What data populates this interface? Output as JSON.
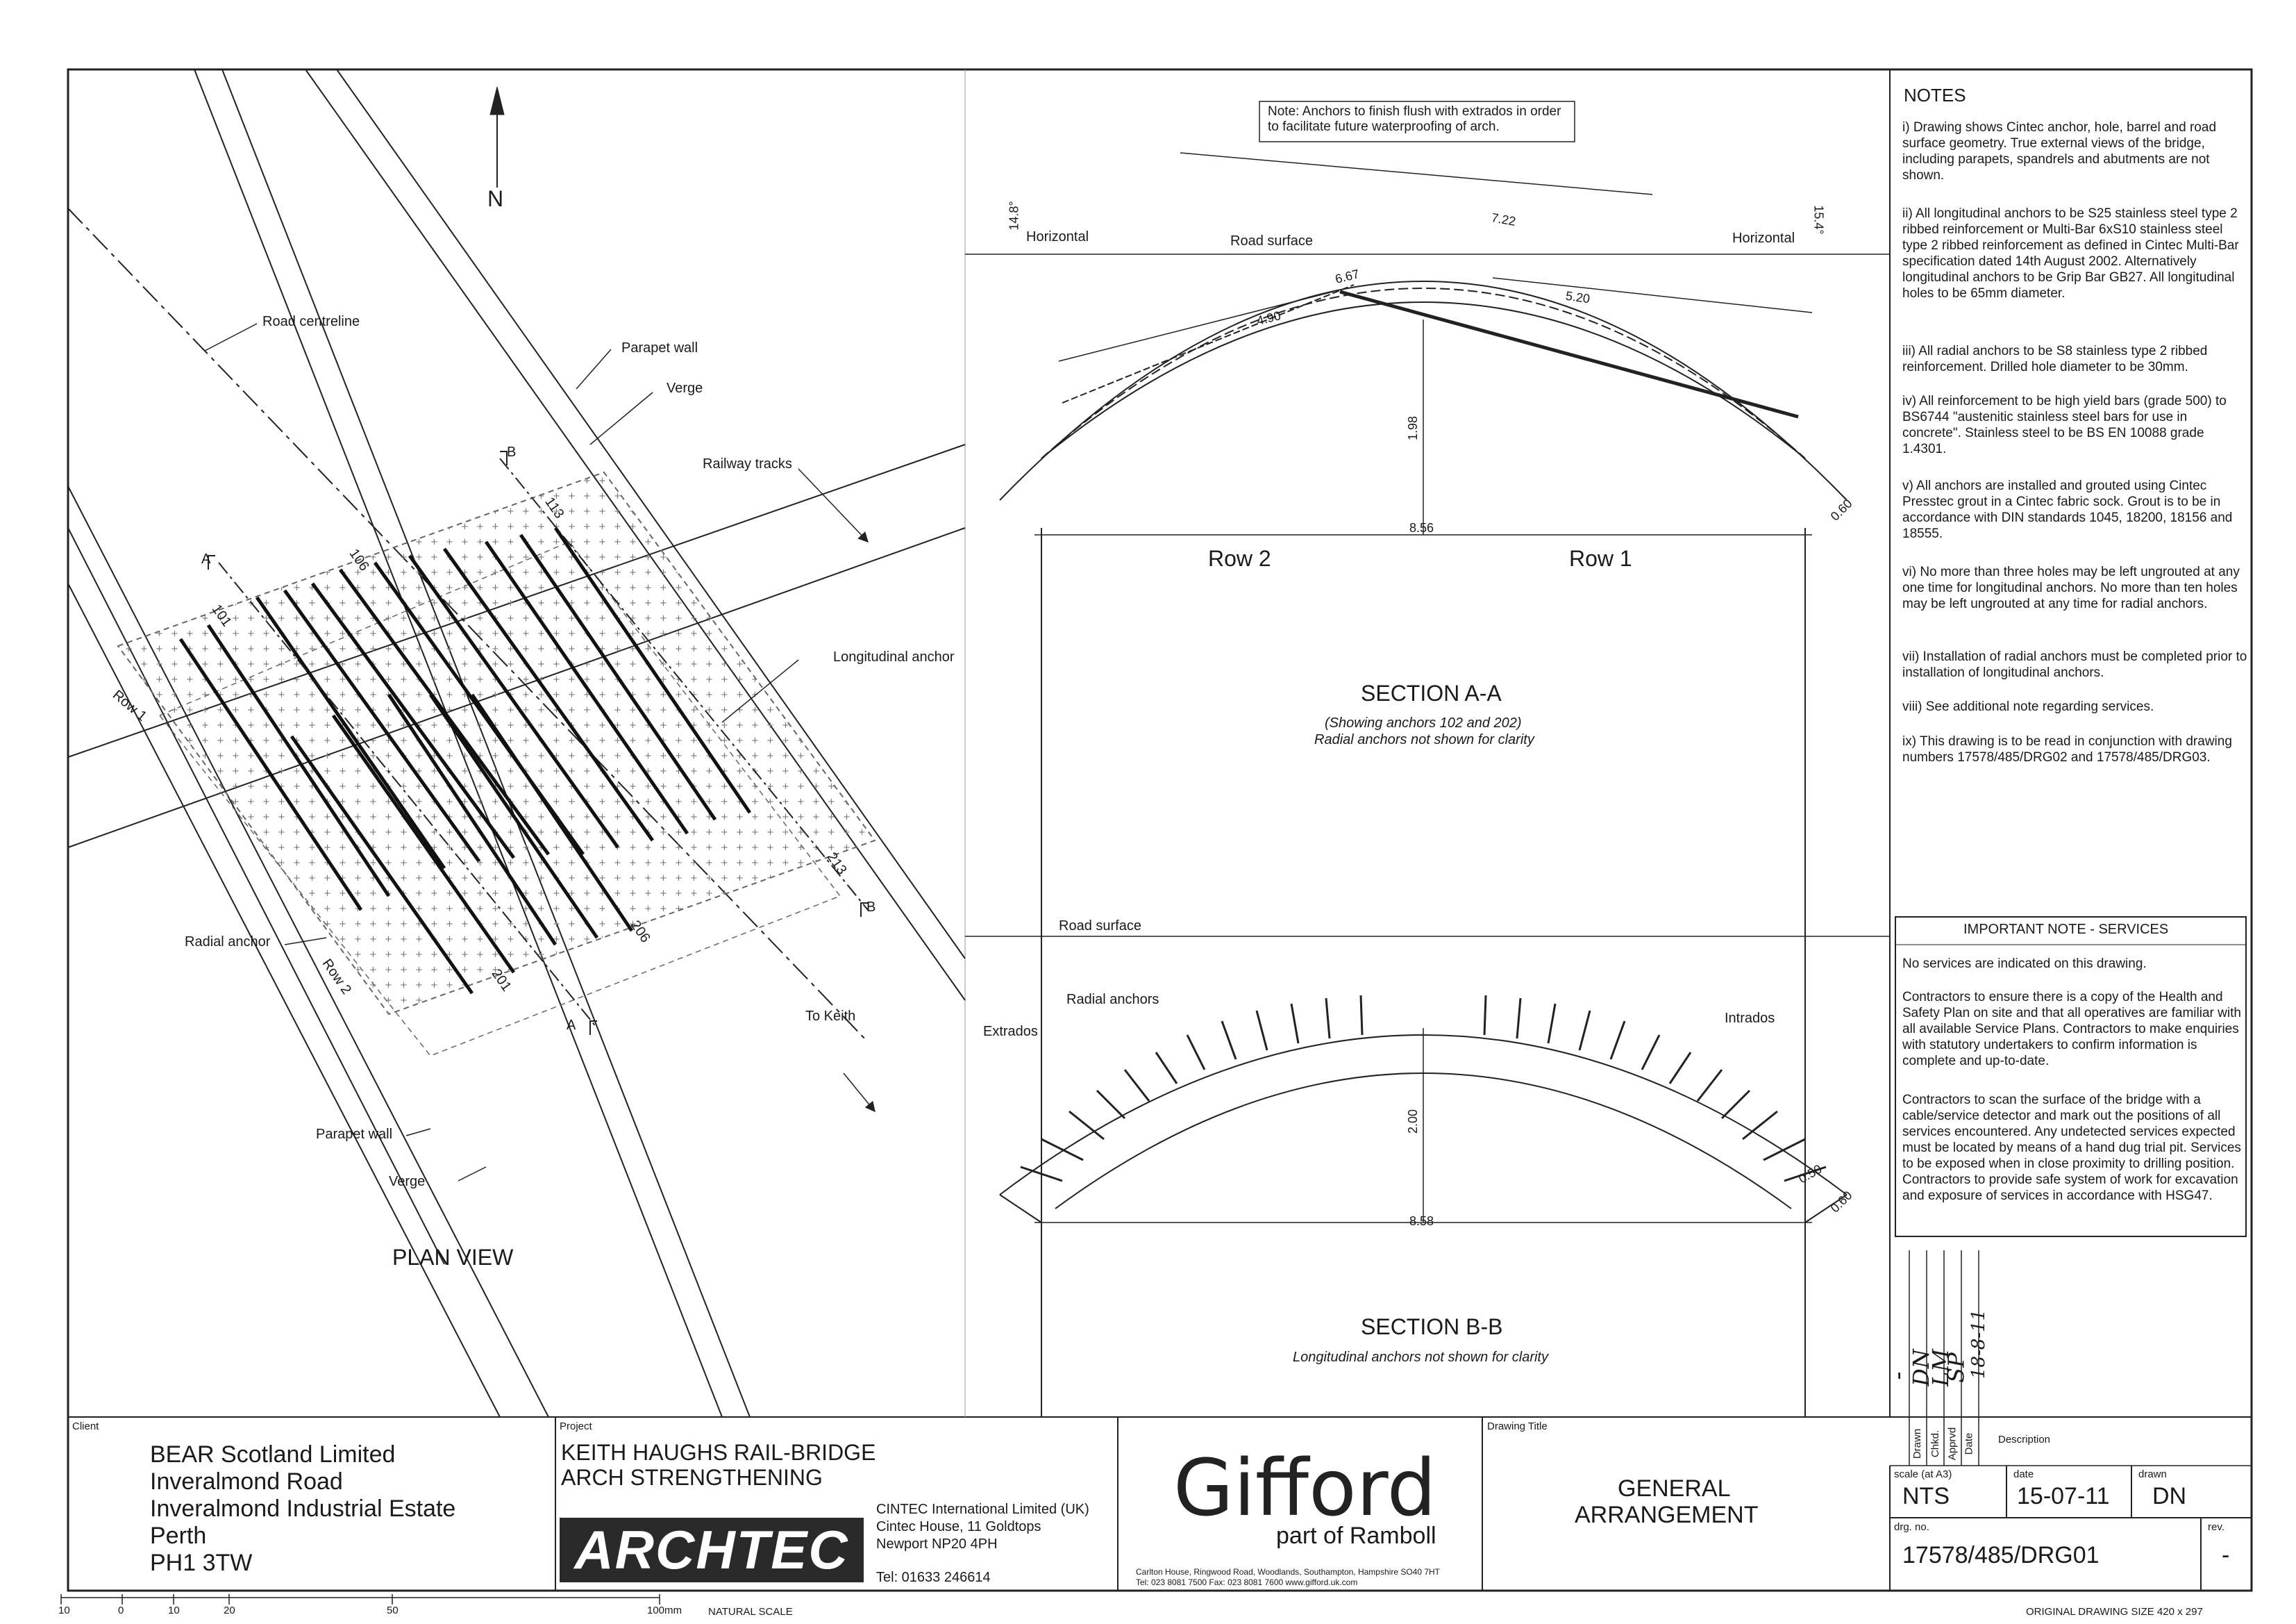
{
  "plan_view": {
    "north": "N",
    "road_centreline": "Road centreline",
    "parapet_wall_top": "Parapet wall",
    "verge_top": "Verge",
    "railway_tracks": "Railway tracks",
    "section_b": "B",
    "section_a": "A",
    "longitudinal_anchor": "Longitudinal anchor",
    "radial_anchor": "Radial anchor",
    "row_1": "Row 1",
    "row_2": "Row 2",
    "to_keith": "To Keith",
    "parapet_wall_bottom": "Parapet wall",
    "verge_bottom": "Verge",
    "title": "PLAN VIEW",
    "anchor_numbers": [
      "113",
      "106",
      "101",
      "213",
      "206",
      "201"
    ]
  },
  "section_aa": {
    "note": "Note: Anchors to finish flush with extrados in order to facilitate future waterproofing of arch.",
    "horizontal_left": "Horizontal",
    "horizontal_right": "Horizontal",
    "road_surface": "Road surface",
    "angle_left": "14.8°",
    "angle_right": "15.4°",
    "dim_722": "7.22",
    "dim_667": "6.67",
    "dim_490": "4.90",
    "dim_520": "5.20",
    "dim_198": "1.98",
    "dim_856": "8.56",
    "dim_060": "0.60",
    "row_2": "Row 2",
    "row_1": "Row 1",
    "title": "SECTION A-A",
    "subtitle_1": "(Showing anchors 102 and 202)",
    "subtitle_2": "Radial anchors not shown for clarity"
  },
  "section_bb": {
    "road_surface": "Road surface",
    "radial_anchors": "Radial anchors",
    "extrados": "Extrados",
    "intrados": "Intrados",
    "dim_200": "2.00",
    "dim_050": "0.50",
    "dim_858": "8.58",
    "dim_060": "0.60",
    "title": "SECTION B-B",
    "subtitle": "Longitudinal anchors not shown for clarity"
  },
  "notes": {
    "title": "NOTES",
    "items": [
      "i)  Drawing shows Cintec anchor, hole, barrel and road surface geometry. True external views of the bridge, including parapets, spandrels and abutments are not shown.",
      "ii)  All longitudinal anchors to be S25 stainless steel type 2 ribbed reinforcement or Multi-Bar 6xS10 stainless steel type 2 ribbed reinforcement as defined in Cintec Multi-Bar specification dated 14th August 2002. Alternatively longitudinal anchors to be Grip Bar GB27. All longitudinal holes to be 65mm diameter.",
      "iii)  All radial anchors to be S8 stainless type 2 ribbed reinforcement. Drilled hole diameter to be 30mm.",
      "iv) All reinforcement to be high yield bars (grade 500) to BS6744 \"austenitic stainless steel bars for use in concrete\". Stainless steel to be BS EN 10088 grade 1.4301.",
      "v)  All anchors are installed and grouted using Cintec Presstec grout in a Cintec fabric sock. Grout is to be in accordance with DIN standards 1045, 18200, 18156 and 18555.",
      "vi)  No more than three holes may be left ungrouted at any one time for longitudinal anchors. No more than ten holes may be left ungrouted at any time for radial anchors.",
      "vii)  Installation of radial anchors must be completed prior to installation of longitudinal anchors.",
      "viii)  See additional note regarding services.",
      "ix)  This drawing is to be read in conjunction with drawing numbers 17578/485/DRG02 and 17578/485/DRG03."
    ]
  },
  "important_note": {
    "title": "IMPORTANT NOTE - SERVICES",
    "paragraphs": [
      "No services are indicated on this drawing.",
      "Contractors to ensure there is a copy of the Health and Safety Plan on site and that all operatives are familiar with all available Service Plans. Contractors to make enquiries with statutory undertakers to confirm information is complete and up-to-date.",
      "Contractors to scan the surface of the bridge with a cable/service detector and mark out the positions of all services encountered. Any undetected services expected must be located by means of a hand dug trial pit. Services to be exposed when in close proximity to drilling position. Contractors to provide safe system of work for excavation and exposure of services in accordance with HSG47."
    ]
  },
  "revision": {
    "handwritten": [
      "-",
      "DN",
      "LM",
      "SP",
      "18-8-11"
    ],
    "col_labels": [
      "Drawn",
      "Chkd.",
      "Apprvd",
      "Date"
    ],
    "description_label": "Description"
  },
  "title_block": {
    "client_label": "Client",
    "client_lines": [
      "BEAR Scotland Limited",
      "Inveralmond Road",
      "Inveralmond Industrial Estate",
      "Perth",
      "PH1 3TW"
    ],
    "project_label": "Project",
    "project_lines": [
      "KEITH HAUGHS RAIL-BRIDGE",
      "ARCH STRENGTHENING"
    ],
    "archtec_logo": "ARCHTEC",
    "cintec_lines": [
      "CINTEC International Limited (UK)",
      "Cintec House, 11 Goldtops",
      "Newport NP20 4PH"
    ],
    "cintec_tel": "Tel: 01633 246614",
    "gifford_logo": "Gifford",
    "gifford_sub": "part of Ramboll",
    "gifford_address": "Carlton House, Ringwood Road, Woodlands, Southampton, Hampshire SO40 7HT",
    "gifford_tel": "Tel: 023 8081 7500          Fax: 023 8081 7600                www.gifford.uk.com",
    "drawing_title_label": "Drawing Title",
    "drawing_title_lines": [
      "GENERAL",
      "ARRANGEMENT"
    ],
    "scale_label": "scale (at A3)",
    "scale_value": "NTS",
    "date_label": "date",
    "date_value": "15-07-11",
    "drawn_label": "drawn",
    "drawn_value": "DN",
    "drg_label": "drg. no.",
    "drg_value": "17578/485/DRG01",
    "rev_label": "rev.",
    "rev_value": "-"
  },
  "scale_bar": {
    "ticks": [
      "10",
      "0",
      "10",
      "20",
      "50",
      "100mm"
    ],
    "label": "NATURAL SCALE",
    "original_size": "ORIGINAL DRAWING SIZE 420 x 297"
  }
}
